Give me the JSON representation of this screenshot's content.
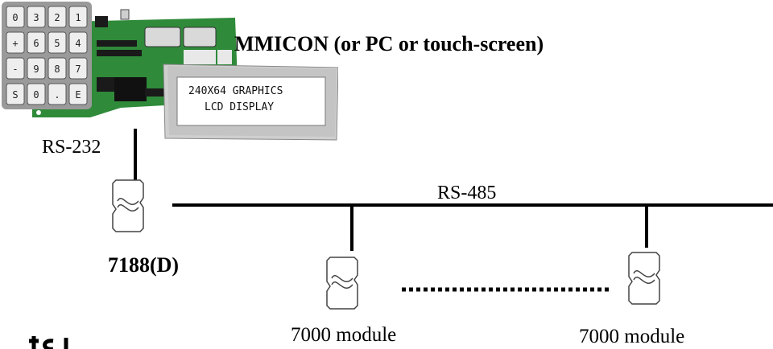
{
  "mmicon": {
    "title": "MMICON (or PC or touch-screen)",
    "lcd_line1": "240X64 GRAPHICS",
    "lcd_line2": "LCD DISPLAY",
    "keypad_keys": [
      "0",
      "3",
      "2",
      "1",
      "+",
      "6",
      "5",
      "4",
      "-",
      "9",
      "8",
      "7",
      "S",
      "0",
      ".",
      "E"
    ]
  },
  "links": {
    "rs232_label": "RS-232",
    "rs485_label": "RS-485"
  },
  "controller": {
    "label": "7188(D)"
  },
  "modules": [
    {
      "label": "7000 module"
    },
    {
      "label": "7000 module"
    }
  ],
  "colors": {
    "board_green": "#2f8a3a",
    "lcd_screen": "#ffffff",
    "lcd_frame": "#c8c8c8",
    "keypad_frame": "#9a9a9a",
    "line": "#000000"
  }
}
